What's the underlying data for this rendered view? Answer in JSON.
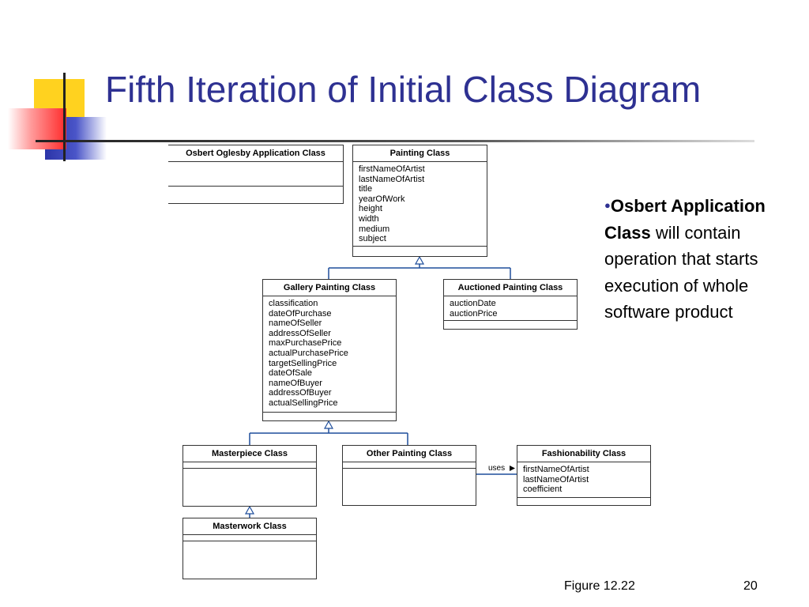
{
  "slide": {
    "title": "Fifth Iteration of Initial Class Diagram",
    "caption": "Figure 12.22",
    "page_number": "20",
    "title_color": "#2e3192"
  },
  "bullet": {
    "bold_text": "Osbert Application Class",
    "rest_text": " will contain operation that starts execution of whole software product"
  },
  "diagram": {
    "classes": {
      "osbert": {
        "name": "Osbert Oglesby Application Class",
        "attributes": []
      },
      "painting": {
        "name": "Painting Class",
        "attributes": [
          "firstNameOfArtist",
          "lastNameOfArtist",
          "title",
          "yearOfWork",
          "height",
          "width",
          "medium",
          "subject"
        ]
      },
      "gallery": {
        "name": "Gallery Painting Class",
        "attributes": [
          "classification",
          "dateOfPurchase",
          "nameOfSeller",
          "addressOfSeller",
          "maxPurchasePrice",
          "actualPurchasePrice",
          "targetSellingPrice",
          "dateOfSale",
          "nameOfBuyer",
          "addressOfBuyer",
          "actualSellingPrice"
        ]
      },
      "auctioned": {
        "name": "Auctioned Painting Class",
        "attributes": [
          "auctionDate",
          "auctionPrice"
        ]
      },
      "masterpiece": {
        "name": "Masterpiece Class",
        "attributes": []
      },
      "other": {
        "name": "Other Painting Class",
        "attributes": []
      },
      "fashionability": {
        "name": "Fashionability Class",
        "attributes": [
          "firstNameOfArtist",
          "lastNameOfArtist",
          "coefficient"
        ]
      },
      "masterwork": {
        "name": "Masterwork Class",
        "attributes": []
      }
    },
    "uses_label": "uses",
    "line_color": "#1f4e9b"
  }
}
